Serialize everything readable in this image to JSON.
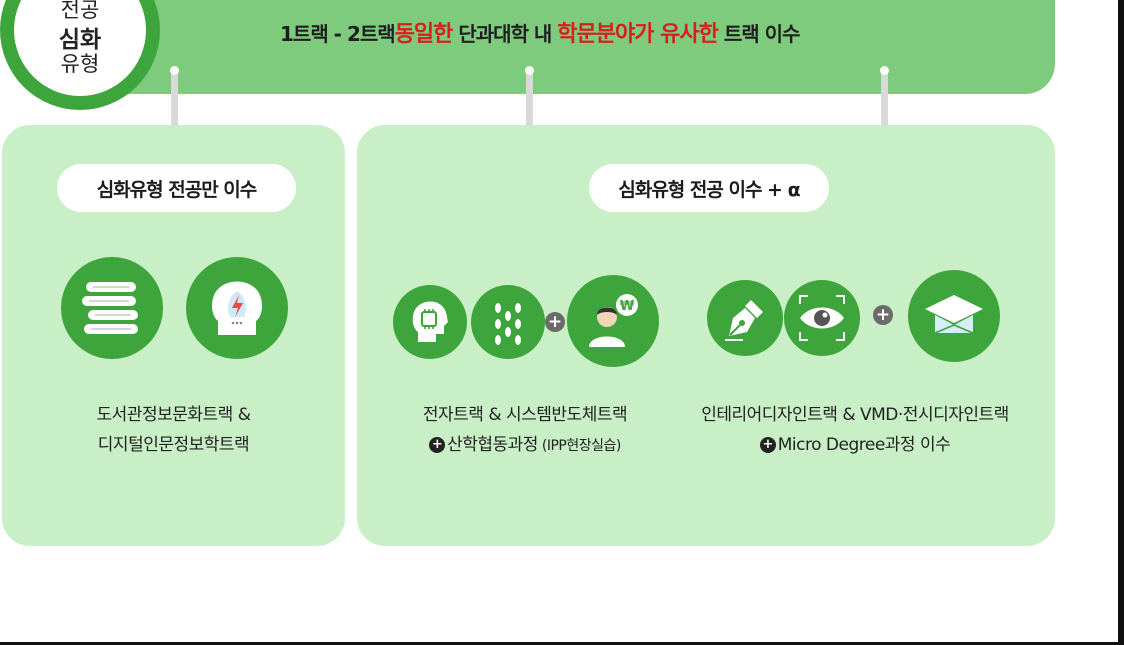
{
  "badge": {
    "line1": "전공",
    "line2": "심화",
    "line3": "유형"
  },
  "top_banner": {
    "part1": "1트랙 - 2트랙 ",
    "highlight1": "동일한",
    "part2": " 단과대학 내 ",
    "highlight2": "학문분야가 유사한",
    "part3": " 트랙 이수",
    "highlight_color": "#d6201f"
  },
  "left_panel": {
    "title": "심화유형 전공만 이수",
    "icons": [
      "books-icon",
      "head-lightning-icon"
    ],
    "caption_line1": "도서관정보문화트랙 &",
    "caption_line2": "디지털인문정보학트랙"
  },
  "right_panel": {
    "title": "심화유형 전공 이수 + α",
    "group1": {
      "icons": [
        "head-chip-icon",
        "dots-pattern-icon",
        "person-currency-icon"
      ],
      "caption_line1": "전자트랙 & 시스템반도체트랙",
      "caption_line2_main": "산학협동과정",
      "caption_line2_small": " (IPP현장실습)"
    },
    "group2": {
      "icons": [
        "pen-nib-icon",
        "eye-icon",
        "graduation-cap-icon"
      ],
      "caption_line1": "인테리어디자인트랙 & VMD·전시디자인트랙",
      "caption_line2": "Micro Degree과정 이수"
    }
  },
  "plus_symbol": "+",
  "colors": {
    "primary_green": "#3da53b",
    "banner_green": "#7fcb7d",
    "panel_green": "#c8efc6"
  }
}
